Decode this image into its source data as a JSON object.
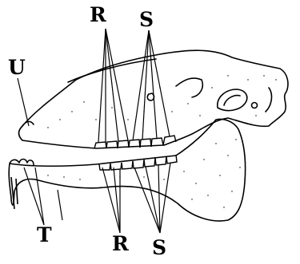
{
  "labels": {
    "upper_r": "R",
    "upper_s": "S",
    "upper_u": "U",
    "lower_t": "T",
    "lower_r": "R",
    "lower_s": "S"
  },
  "colors": {
    "ink": "#000000",
    "background": "#ffffff"
  }
}
